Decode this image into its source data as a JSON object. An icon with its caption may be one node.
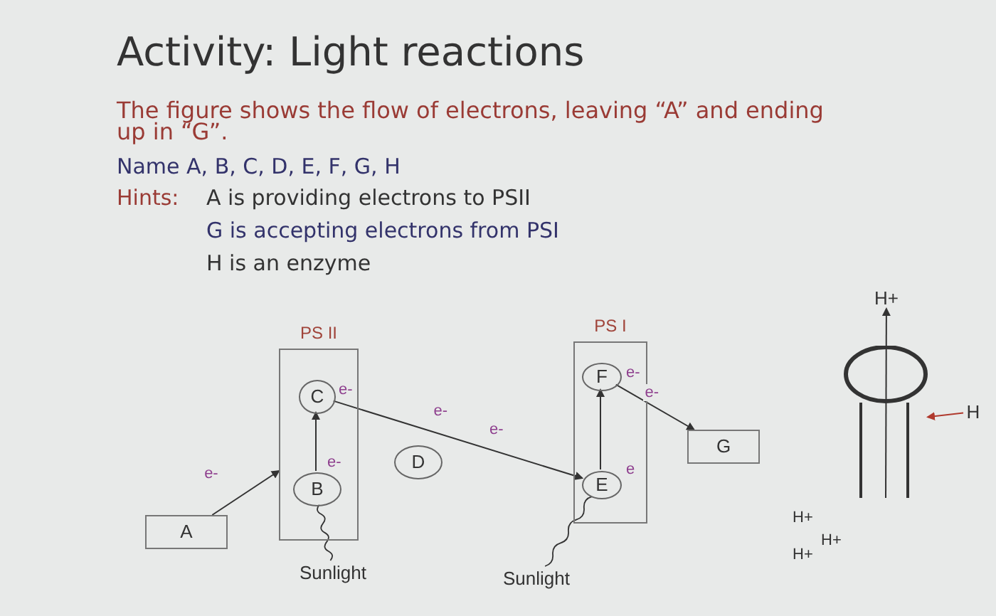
{
  "diagram": {
    "title": "Activity: Light reactions",
    "nodes": [
      {
        "text": [
          "PS II"
        ]
      },
      {
        "text": [
          "C"
        ],
        "in": 0,
        "beside": [
          "e-"
        ]
      },
      {
        "text": [
          "B"
        ],
        "in": 0,
        "beside": [
          "e-"
        ]
      },
      {
        "text": [
          "A"
        ]
      },
      {
        "text": [
          "D"
        ]
      },
      {
        "text": [
          "PS I"
        ]
      },
      {
        "text": [
          "F"
        ],
        "in": 5,
        "beside": [
          "e-"
        ]
      },
      {
        "text": [
          "E"
        ],
        "in": 5,
        "beside": [
          "e"
        ]
      },
      {
        "text": [
          "G"
        ]
      },
      {
        "text": [
          "Sunlight"
        ]
      },
      {
        "text": [
          "Sunlight"
        ]
      },
      {
        "text": [
          "H"
        ]
      },
      {
        "text": [],
        "shape": "picture"
      },
      {
        "text": [
          "H+"
        ]
      }
    ],
    "edges": [
      {
        "from": 3,
        "to": 0,
        "arrow": "to",
        "label": "e-"
      },
      {
        "from": 2,
        "to": 1,
        "arrow": "to"
      },
      {
        "from": 1,
        "to": 7,
        "arrow": "to",
        "label": "e-"
      },
      {
        "from": 7,
        "to": 6,
        "arrow": "to"
      },
      {
        "from": 6,
        "to": 8,
        "arrow": "to",
        "label": "e-"
      },
      {
        "from": 9,
        "to": 2,
        "arrow": "none"
      },
      {
        "from": 10,
        "to": 7,
        "arrow": "none"
      },
      {
        "from": 11,
        "to": 12,
        "arrow": "to",
        "color": "#b03a2e"
      },
      {
        "from": 12,
        "to": 13,
        "arrow": "to"
      }
    ],
    "labels": [
      "The figure shows the flow of electrons, leaving “A” and ending up in “G”.",
      "Name A, B, C, D, E, F, G, H",
      "Hints:",
      "A is providing electrons to PSII",
      "G is accepting electrons from PSI",
      "H is an enzyme",
      "e-",
      "H+",
      "H+",
      "H+"
    ]
  }
}
